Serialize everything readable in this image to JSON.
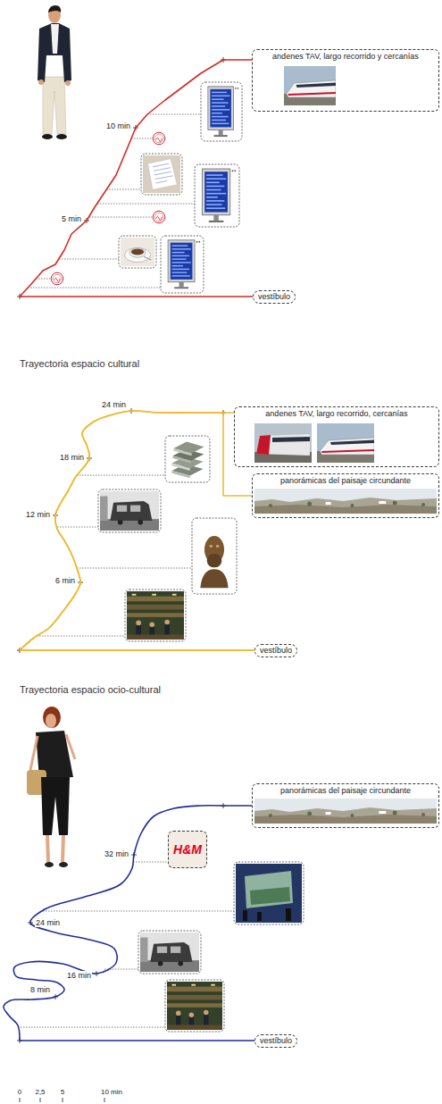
{
  "diagram": {
    "nodes": [
      {
        "text": [
          "andenes TAV, largo recorrido y cercanías"
        ]
      },
      {
        "text": [
          "vestíbulo"
        ]
      },
      {
        "text": [
          "andenes TAV, largo recorrido, cercanías"
        ]
      },
      {
        "text": [
          "panorámicas del paisaje circundante"
        ]
      },
      {
        "text": [
          "vestíbulo"
        ]
      },
      {
        "text": [
          "panorámicas del paisaje circundante"
        ]
      },
      {
        "text": [
          "H&M"
        ]
      },
      {
        "text": [
          "vestíbulo"
        ]
      }
    ],
    "edges": [
      {
        "from": 1,
        "to": 0,
        "arrow": "none"
      },
      {
        "from": 4,
        "to": 2,
        "arrow": "none"
      },
      {
        "from": 4,
        "to": 3,
        "arrow": "none"
      },
      {
        "from": 7,
        "to": 5,
        "arrow": "none"
      }
    ],
    "labels": [
      "10 min",
      "5 min",
      "Trayectoria espacio cultural",
      "24 min",
      "18 min",
      "12 min",
      "6 min",
      "Trayectoria espacio ocio-cultural",
      "32 min",
      "24 min",
      "16 min",
      "8 min",
      "0",
      "2,5",
      "5",
      "10 min"
    ]
  }
}
